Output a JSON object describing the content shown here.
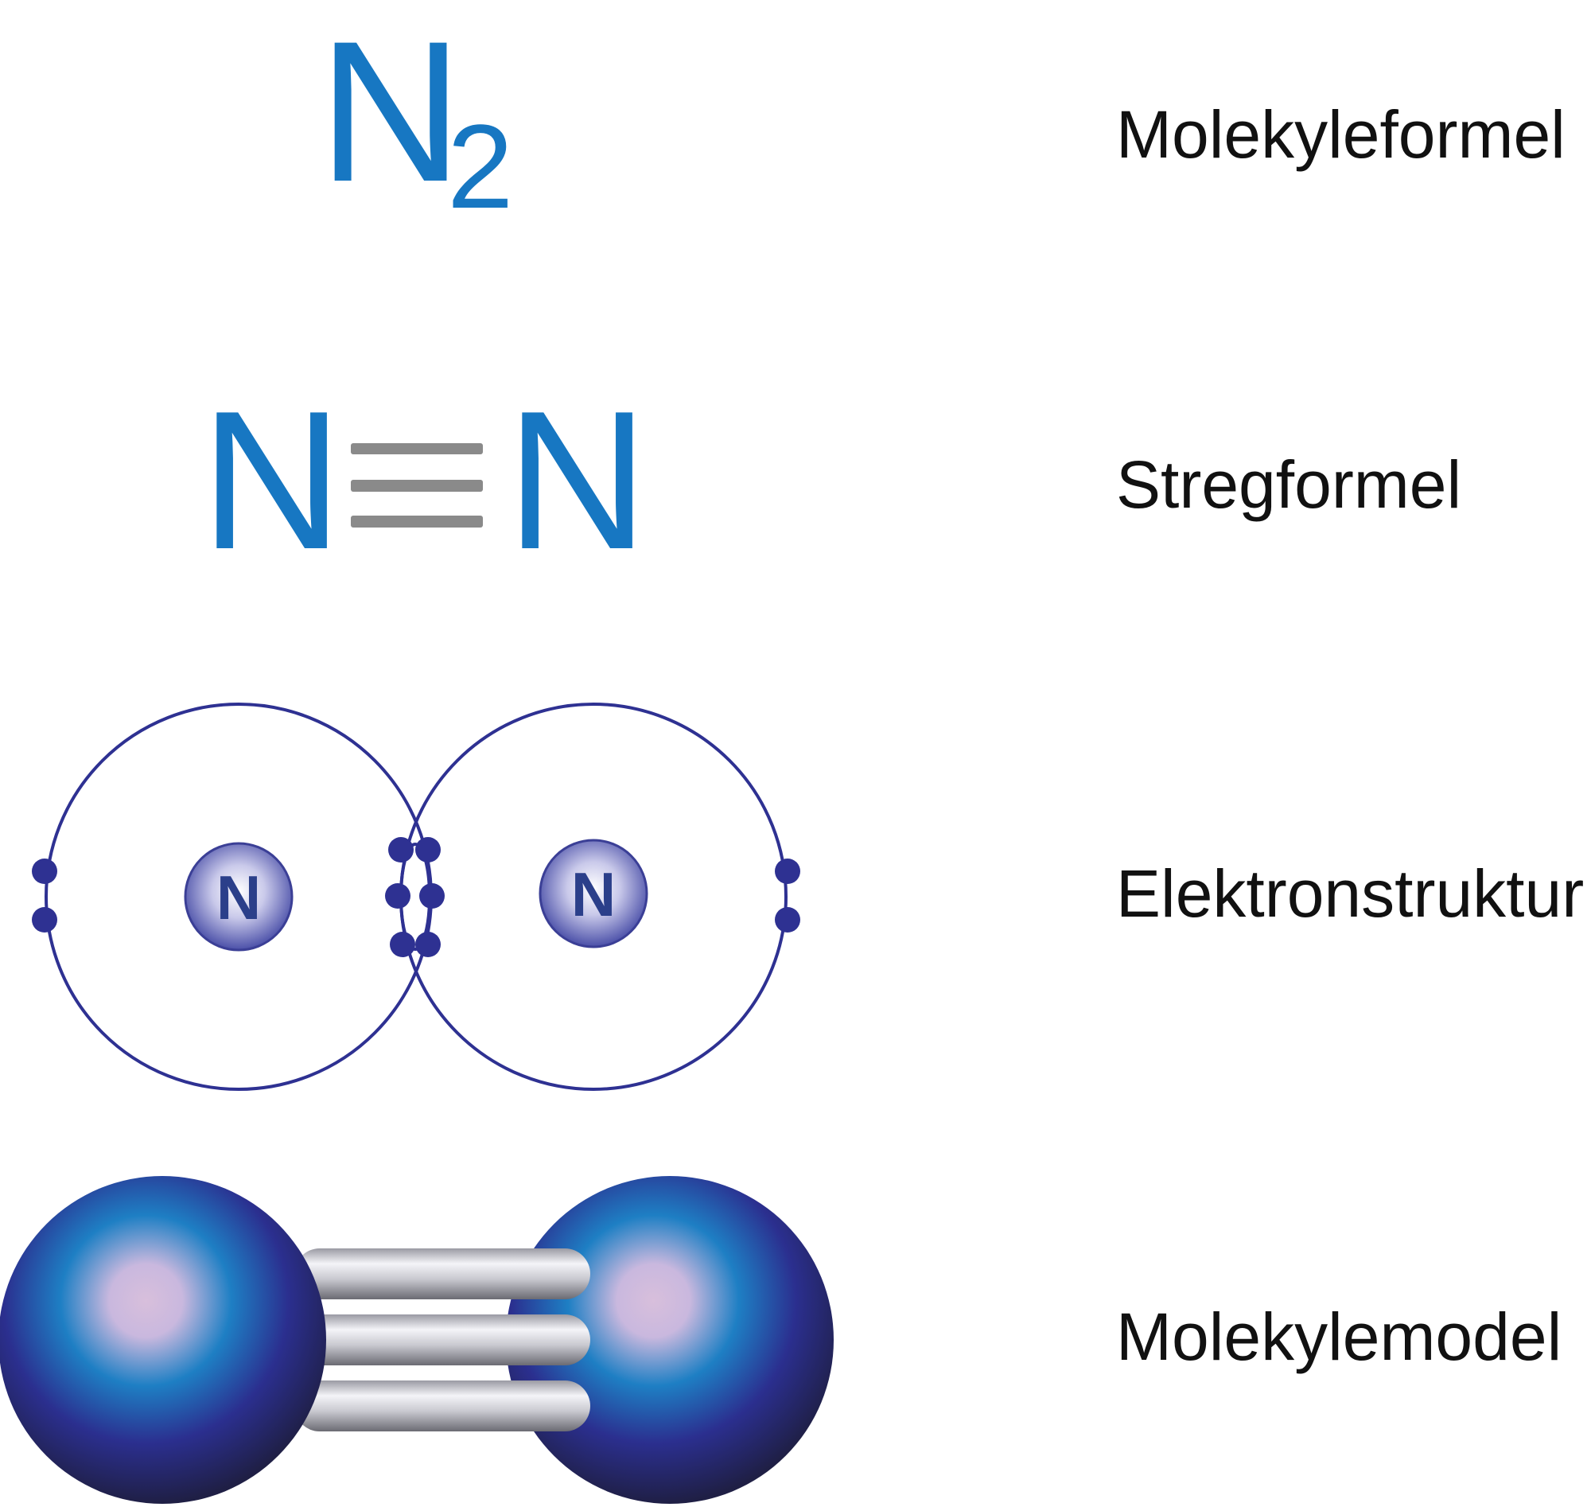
{
  "molecular_formula": {
    "element": "N",
    "subscript": "2"
  },
  "structural_formula": {
    "left_atom": "N",
    "right_atom": "N",
    "bond": "triple"
  },
  "electron_structure": {
    "left_nucleus": "N",
    "right_nucleus": "N"
  },
  "labels": {
    "molecular_formula": "Molekyleformel",
    "structural_formula": "Stregformel",
    "electron_structure": "Elektronstruktur",
    "molecule_model": "Molekylemodel"
  },
  "colors": {
    "formula": "#1777c2",
    "bond": "#8a8a8a",
    "shell": "#2e3192",
    "sphere_dark": "#1f1f45"
  }
}
